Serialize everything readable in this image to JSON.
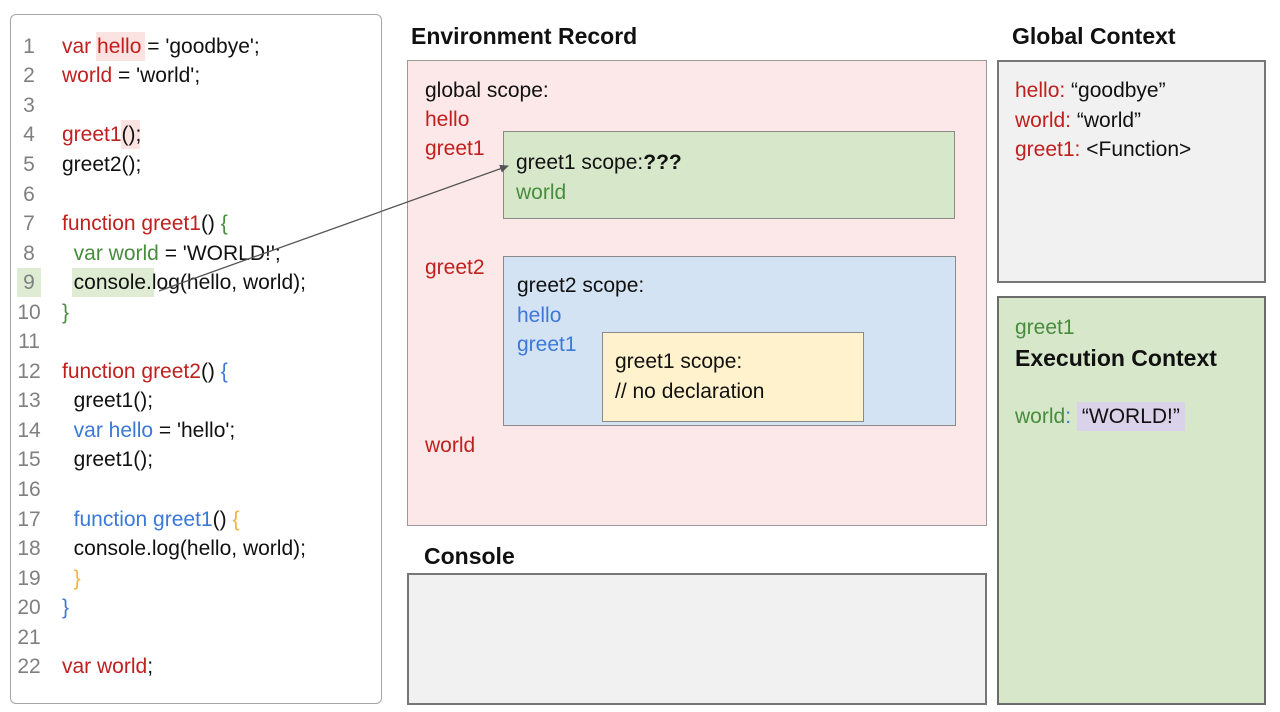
{
  "code": {
    "lines": [
      {
        "num": "1",
        "segments": [
          {
            "t": "var ",
            "c": "red"
          },
          {
            "t": "hello",
            "c": "red",
            "hl": "pink"
          },
          {
            "t": " = 'goodbye';"
          }
        ]
      },
      {
        "num": "2",
        "segments": [
          {
            "t": "world",
            "c": "red"
          },
          {
            "t": " = 'world';"
          }
        ]
      },
      {
        "num": "3",
        "segments": []
      },
      {
        "num": "4",
        "segments": [
          {
            "t": "greet1",
            "c": "red"
          },
          {
            "t": "()",
            "hl": "pink"
          },
          {
            "t": ";"
          }
        ]
      },
      {
        "num": "5",
        "segments": [
          {
            "t": "greet2();"
          }
        ]
      },
      {
        "num": "6",
        "segments": []
      },
      {
        "num": "7",
        "segments": [
          {
            "t": "function greet1",
            "c": "red"
          },
          {
            "t": "() "
          },
          {
            "t": "{",
            "c": "green"
          }
        ]
      },
      {
        "num": "8",
        "segments": [
          {
            "t": "  "
          },
          {
            "t": "var world",
            "c": "green"
          },
          {
            "t": " = 'WORLD!';"
          }
        ]
      },
      {
        "num": "9",
        "num_hl": true,
        "segments": [
          {
            "t": "  "
          },
          {
            "t": "console.",
            "hl": "green"
          },
          {
            "t": "log(hello, world);"
          }
        ]
      },
      {
        "num": "10",
        "segments": [
          {
            "t": "}",
            "c": "green"
          }
        ]
      },
      {
        "num": "11",
        "segments": []
      },
      {
        "num": "12",
        "segments": [
          {
            "t": "function greet2",
            "c": "red"
          },
          {
            "t": "() "
          },
          {
            "t": "{",
            "c": "blue"
          }
        ]
      },
      {
        "num": "13",
        "segments": [
          {
            "t": "  greet1();"
          }
        ]
      },
      {
        "num": "14",
        "segments": [
          {
            "t": "  "
          },
          {
            "t": "var hello",
            "c": "blue"
          },
          {
            "t": " = 'hello';"
          }
        ]
      },
      {
        "num": "15",
        "segments": [
          {
            "t": "  greet1();"
          }
        ]
      },
      {
        "num": "16",
        "segments": []
      },
      {
        "num": "17",
        "segments": [
          {
            "t": "  "
          },
          {
            "t": "function greet1",
            "c": "blue"
          },
          {
            "t": "() "
          },
          {
            "t": "{",
            "c": "yellow"
          }
        ]
      },
      {
        "num": "18",
        "segments": [
          {
            "t": "  console.log(hello, world);"
          }
        ]
      },
      {
        "num": "19",
        "segments": [
          {
            "t": "  "
          },
          {
            "t": "}",
            "c": "yellow"
          }
        ]
      },
      {
        "num": "20",
        "segments": [
          {
            "t": "}",
            "c": "blue"
          }
        ]
      },
      {
        "num": "21",
        "segments": []
      },
      {
        "num": "22",
        "segments": [
          {
            "t": "var world",
            "c": "red"
          },
          {
            "t": ";"
          }
        ]
      }
    ]
  },
  "environment_record": {
    "title": "Environment Record",
    "global_scope_label": "global scope:",
    "global_vars": [
      "hello",
      "greet1",
      "greet2",
      "world"
    ],
    "greet1_box": {
      "title": "greet1 scope:",
      "unknown": "???",
      "vars": [
        "world"
      ]
    },
    "greet2_box": {
      "title": "greet2 scope:",
      "vars": [
        "hello",
        "greet1"
      ],
      "inner_box": {
        "title": "greet1 scope:",
        "comment": "// no declaration"
      }
    }
  },
  "console": {
    "title": "Console",
    "output": ""
  },
  "global_context": {
    "title": "Global Context",
    "entries": [
      {
        "name": "hello:",
        "value": " “goodbye”"
      },
      {
        "name": "world:",
        "value": " “world”"
      },
      {
        "name": "greet1:",
        "value": " <Function>"
      }
    ]
  },
  "execution_context": {
    "function_name": "greet1",
    "title": "Execution Context",
    "entry": {
      "name": "world",
      "colon": ":",
      "value": "“WORLD!”"
    }
  },
  "colors": {
    "red_text": "#c0201e",
    "green_text": "#488c3e",
    "blue_text": "#3c78d8",
    "yellow_text": "#f0b541",
    "pink_bg": "#fce8e8",
    "green_bg": "#d7e8ca",
    "blue_bg": "#d4e3f4",
    "yellow_bg": "#fff2cc",
    "gray_bg": "#f1f1f1",
    "lavender_highlight": "#d9d2e9",
    "pink_highlight": "#fbe3e1",
    "green_highlight": "#ddecd2",
    "arrow": "#555555"
  }
}
